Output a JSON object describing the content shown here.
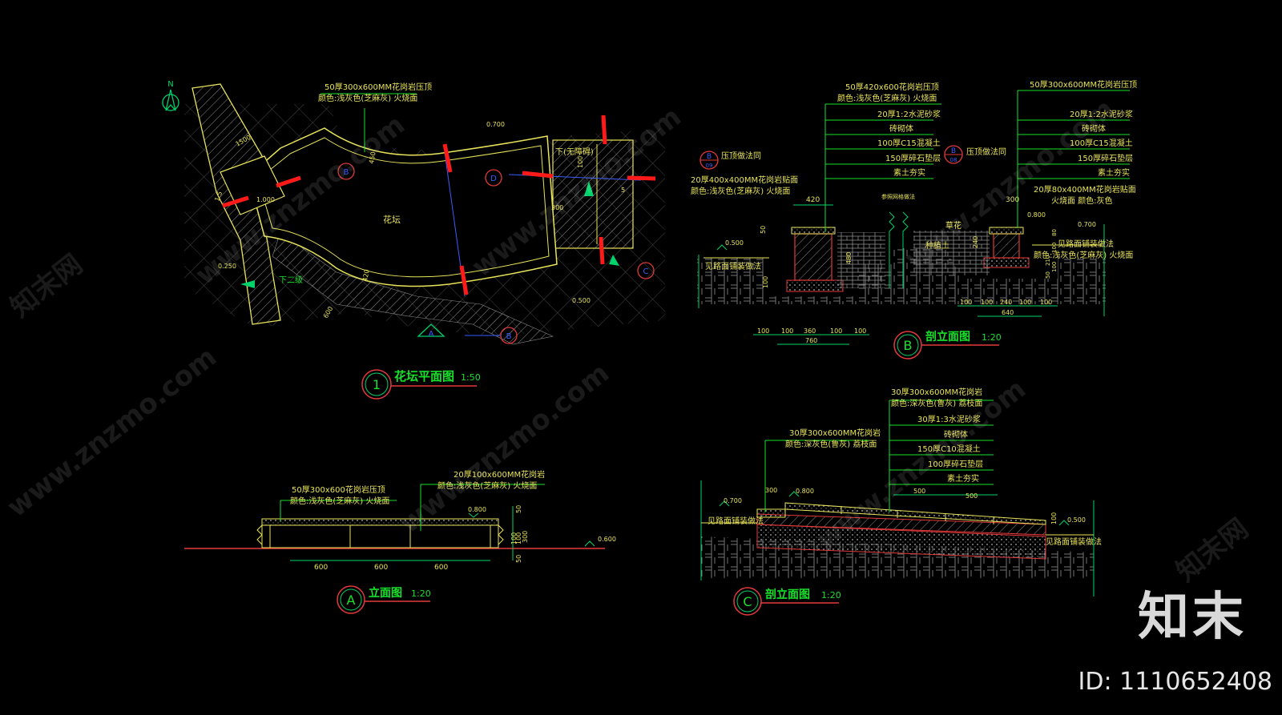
{
  "colors": {
    "bg": "#000000",
    "line_yellow": "#e8e35a",
    "line_green": "#00d36a",
    "text_yellow": "#e8e35a",
    "text_green": "#17e22a",
    "cut_red": "#ff1a1a",
    "marker_red": "#e23a3a",
    "hatch": "#9a9a9a"
  },
  "plan": {
    "north": "N",
    "note1": "50厚300x600MM花岗岩压顶",
    "note2": "颜色:浅灰色(芝麻灰)  火烧面",
    "bed_label": "花坛",
    "step_down": "下二级",
    "no_obstacle": "下(无障碍)",
    "dims": [
      "0.700",
      "0.250",
      "0.500",
      "1.000",
      "1500",
      "1.5",
      "420",
      "450",
      "300",
      "600",
      "100",
      "5"
    ],
    "markers": {
      "b1": "B",
      "d": "D",
      "c": "C",
      "b2": "B",
      "a": "A"
    },
    "title": "花坛平面图",
    "scale": "1:50",
    "num": "1"
  },
  "elev_a": {
    "note1": "50厚300x600花岗岩压顶",
    "note2": "颜色:浅灰色(芝麻灰)  火烧面",
    "note3": "20厚100x600MM花岗岩",
    "note4": "颜色:浅灰色(芝麻灰)  火烧面",
    "lvl1": "0.800",
    "lvl2": "0.600",
    "vdims": [
      "50",
      "300",
      "100",
      "100",
      "50"
    ],
    "hdims": [
      "600",
      "600",
      "600"
    ],
    "title": "立面图",
    "scale": "1:20",
    "num": "A"
  },
  "sect_b": {
    "top1": "50厚420x600花岗岩压顶",
    "top2": "颜色:浅灰色(芝麻灰)  火烧面",
    "layers_left": [
      "20厚1:2水泥砂浆",
      "砖砌体",
      "100厚C15混凝土",
      "150厚碎石垫层",
      "素土夯实"
    ],
    "top_r1": "50厚300x600MM花岗岩压顶",
    "layers_right": [
      "20厚1:2水泥砂浆",
      "砖砌体",
      "100厚C15混凝土",
      "150厚碎石垫层",
      "素土夯实"
    ],
    "ref_left": "压顶做法同",
    "ref_right": "压顶做法同",
    "mk_left": "B",
    "mk_left_sub": "09",
    "mk_right": "B",
    "mk_right_sub": "08",
    "clad1": "20厚400x400MM花岗岩贴面",
    "clad2": "颜色:浅灰色(芝麻灰)  火烧面",
    "clad_r1": "20厚80x400MM花岗岩贴面",
    "clad_r2": "火烧面  颜色:灰色",
    "soil": "种植土",
    "grass": "草花",
    "pave_l": "见路面铺装做法",
    "pave_r": "见路面铺装做法",
    "pave_r2": "颜色:浅灰色(芝麻灰)  火烧面",
    "lvl_l": "0.500",
    "lvl_m": "0.800",
    "lvl_r": "0.700",
    "ref": "参照网格做法",
    "d420": "420",
    "d300": "300",
    "d50": "50",
    "d480": "480",
    "d100": "100",
    "d240": "240",
    "d_r": [
      "80",
      "100",
      "210",
      "100",
      "50"
    ],
    "bl": [
      "100",
      "100",
      "360",
      "100",
      "100"
    ],
    "bl_total": "760",
    "br": [
      "100",
      "100",
      "240",
      "100",
      "100"
    ],
    "br_total": "640",
    "title": "剖立面图",
    "scale": "1:20",
    "num": "B"
  },
  "sect_c": {
    "n1": "30厚300x600MM花岗岩",
    "n2": "颜色:深灰色(鲁灰)  荔枝面",
    "n3": "30厚1:3水泥砂浆",
    "n4": "砖砌体",
    "n5": "150厚C10混凝土",
    "n6": "100厚碎石垫层",
    "n7": "素土夯实",
    "m1": "30厚300x600MM花岗岩",
    "m2": "颜色:深灰色(鲁灰)  荔枝面",
    "lvl1": "0.700",
    "lvl2": "0.800",
    "lvl3": "0.500",
    "d300": "300",
    "d500a": "500",
    "d500b": "500",
    "d100": "100",
    "pave_l": "见路面铺装做法",
    "pave_r": "见路面铺装做法",
    "title": "剖立面图",
    "scale": "1:20",
    "num": "C"
  },
  "watermarks": {
    "site": "www.znzmo.com",
    "cn": "知末网",
    "brand": "知末",
    "id": "ID: 1110652408"
  }
}
